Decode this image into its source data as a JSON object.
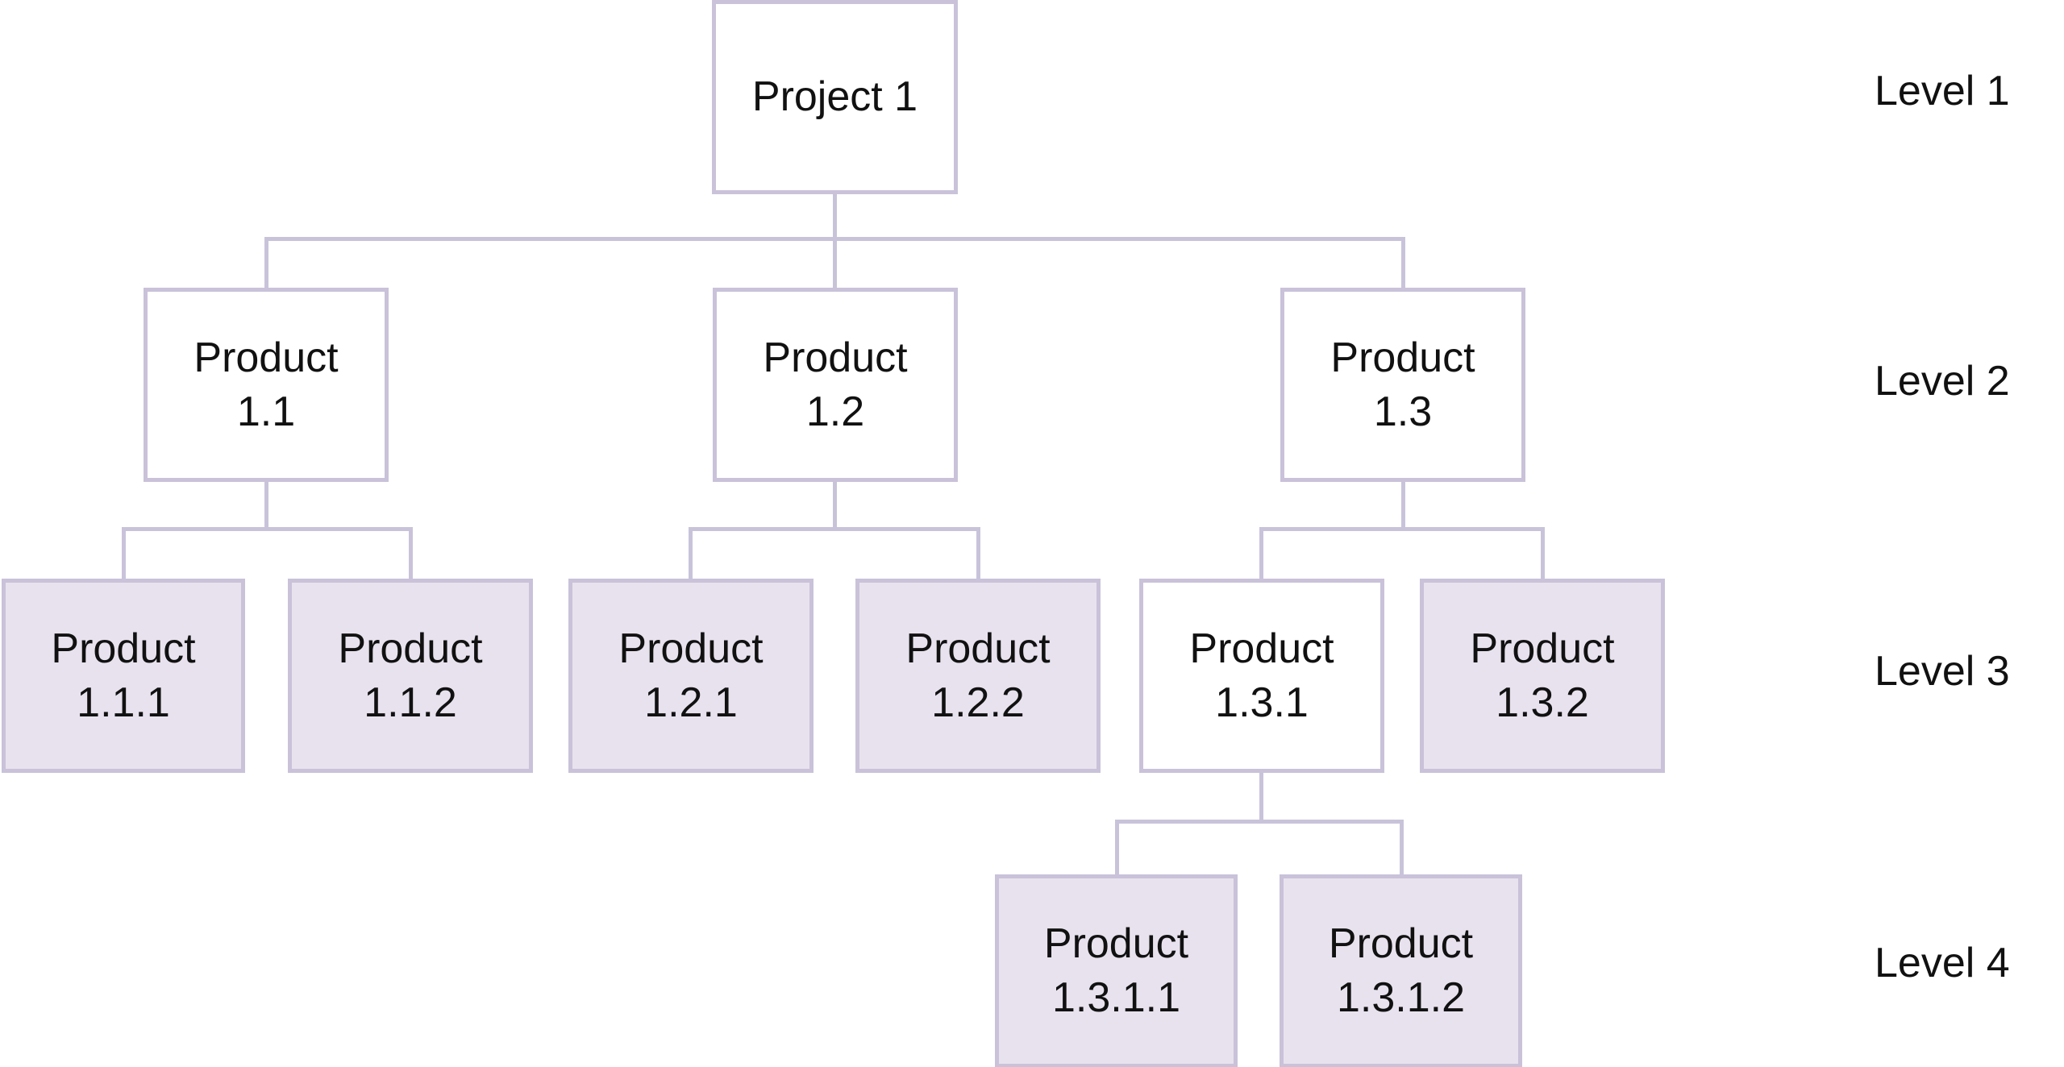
{
  "diagram": {
    "type": "tree",
    "description": "Work breakdown structure diagram with four levels",
    "nodes": [
      {
        "id": "project-1",
        "label": "Project 1",
        "level": 1,
        "parent": null,
        "shaded": false
      },
      {
        "id": "product-1-1",
        "label": "Product\n1.1",
        "level": 2,
        "parent": "project-1",
        "shaded": false
      },
      {
        "id": "product-1-2",
        "label": "Product\n1.2",
        "level": 2,
        "parent": "project-1",
        "shaded": false
      },
      {
        "id": "product-1-3",
        "label": "Product\n1.3",
        "level": 2,
        "parent": "project-1",
        "shaded": false
      },
      {
        "id": "product-1-1-1",
        "label": "Product\n1.1.1",
        "level": 3,
        "parent": "product-1-1",
        "shaded": true
      },
      {
        "id": "product-1-1-2",
        "label": "Product\n1.1.2",
        "level": 3,
        "parent": "product-1-1",
        "shaded": true
      },
      {
        "id": "product-1-2-1",
        "label": "Product\n1.2.1",
        "level": 3,
        "parent": "product-1-2",
        "shaded": true
      },
      {
        "id": "product-1-2-2",
        "label": "Product\n1.2.2",
        "level": 3,
        "parent": "product-1-2",
        "shaded": true
      },
      {
        "id": "product-1-3-1",
        "label": "Product\n1.3.1",
        "level": 3,
        "parent": "product-1-3",
        "shaded": false
      },
      {
        "id": "product-1-3-2",
        "label": "Product\n1.3.2",
        "level": 3,
        "parent": "product-1-3",
        "shaded": true
      },
      {
        "id": "product-1-3-1-1",
        "label": "Product\n1.3.1.1",
        "level": 4,
        "parent": "product-1-3-1",
        "shaded": true
      },
      {
        "id": "product-1-3-1-2",
        "label": "Product\n1.3.1.2",
        "level": 4,
        "parent": "product-1-3-1",
        "shaded": true
      }
    ],
    "level_labels": [
      {
        "text": "Level 1"
      },
      {
        "text": "Level 2"
      },
      {
        "text": "Level 3"
      },
      {
        "text": "Level 4"
      }
    ],
    "colors": {
      "background": "#ffffff",
      "node_fill_plain": "#ffffff",
      "node_fill_shaded": "#e8e2ee",
      "node_border": "#c9c2d9",
      "connector": "#c9c3da",
      "text": "#111111"
    }
  }
}
